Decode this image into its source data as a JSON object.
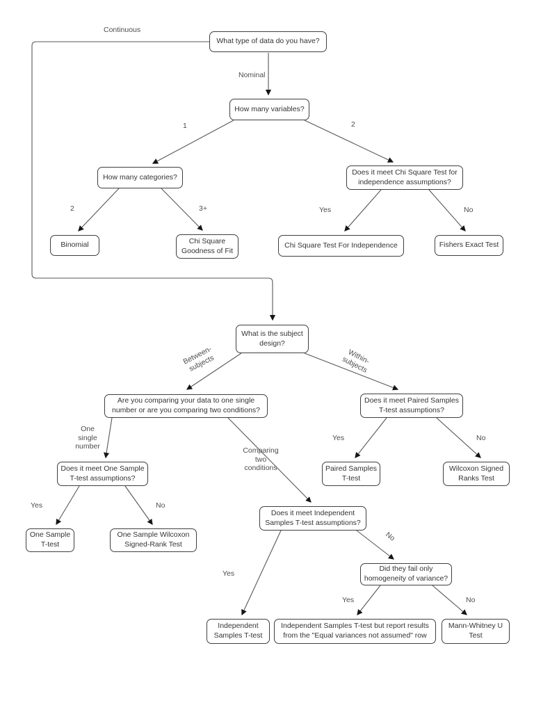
{
  "diagram": {
    "kind": "statistical-test-decision-tree",
    "nodes": {
      "q_data_type": "What type of data do you have?",
      "q_num_vars": "How many variables?",
      "q_num_cats": "How many categories?",
      "q_chi_assump": "Does it meet Chi Square Test for\nindependence assumptions?",
      "n_binomial": "Binomial",
      "n_chi_gof": "Chi Square\nGoodness of Fit",
      "n_chi_ind": "Chi Square Test For Independence",
      "n_fishers": "Fishers Exact Test",
      "q_subject": "What is the subject\ndesign?",
      "q_compare": "Are you comparing your data to one single\nnumber or are you comparing two conditions?",
      "q_paired": "Does it meet Paired Samples\nT-test assumptions?",
      "q_one_sample": "Does it meet One Sample\nT-test assumptions?",
      "n_paired": "Paired Samples\nT-test",
      "n_wilcoxon": "Wilcoxon Signed\nRanks Test",
      "n_one_sample": "One Sample\nT-test",
      "n_os_wilcoxon": "One Sample Wilcoxon\nSigned-Rank Test",
      "q_indep": "Does it meet Independent\nSamples T-test assumptions?",
      "q_homog": "Did they fail only\nhomogeneity of variance?",
      "n_indep": "Independent\nSamples T-test",
      "n_indep_report": "Independent Samples T-test but report results\nfrom the \"Equal variances not assumed\" row",
      "n_mann": "Mann-Whitney U\nTest"
    },
    "edges": [
      {
        "from": "q_data_type",
        "to": "q_subject",
        "label": "Continuous"
      },
      {
        "from": "q_data_type",
        "to": "q_num_vars",
        "label": "Nominal"
      },
      {
        "from": "q_num_vars",
        "to": "q_num_cats",
        "label": "1"
      },
      {
        "from": "q_num_vars",
        "to": "q_chi_assump",
        "label": "2"
      },
      {
        "from": "q_num_cats",
        "to": "n_binomial",
        "label": "2"
      },
      {
        "from": "q_num_cats",
        "to": "n_chi_gof",
        "label": "3+"
      },
      {
        "from": "q_chi_assump",
        "to": "n_chi_ind",
        "label": "Yes"
      },
      {
        "from": "q_chi_assump",
        "to": "n_fishers",
        "label": "No"
      },
      {
        "from": "q_subject",
        "to": "q_compare",
        "label": "Between-\nsubjects"
      },
      {
        "from": "q_subject",
        "to": "q_paired",
        "label": "Within-\nsubjects"
      },
      {
        "from": "q_compare",
        "to": "q_one_sample",
        "label": "One\nsingle\nnumber"
      },
      {
        "from": "q_compare",
        "to": "q_indep",
        "label": "Comparing\ntwo\nconditions"
      },
      {
        "from": "q_paired",
        "to": "n_paired",
        "label": "Yes"
      },
      {
        "from": "q_paired",
        "to": "n_wilcoxon",
        "label": "No"
      },
      {
        "from": "q_one_sample",
        "to": "n_one_sample",
        "label": "Yes"
      },
      {
        "from": "q_one_sample",
        "to": "n_os_wilcoxon",
        "label": "No"
      },
      {
        "from": "q_indep",
        "to": "n_indep",
        "label": "Yes"
      },
      {
        "from": "q_indep",
        "to": "q_homog",
        "label": "No"
      },
      {
        "from": "q_homog",
        "to": "n_indep_report",
        "label": "Yes"
      },
      {
        "from": "q_homog",
        "to": "n_mann",
        "label": "No"
      }
    ]
  }
}
